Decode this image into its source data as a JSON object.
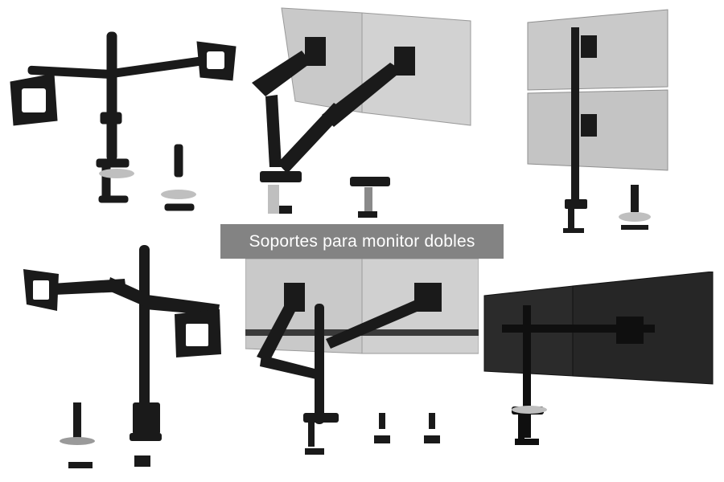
{
  "banner": {
    "title": "Soportes para monitor dobles"
  },
  "colors": {
    "background": "#ffffff",
    "banner_bg": "#787878",
    "banner_text": "#ffffff",
    "mount_metal": "#1a1a1a",
    "monitor_back_light": "#c9c9c9",
    "monitor_back_dark": "#2b2b2b",
    "clamp_steel": "#bfbfbf"
  },
  "products": [
    {
      "id": "p1",
      "icon": "dual-arm-mount-icon"
    },
    {
      "id": "p2",
      "icon": "gas-spring-dual-mount-icon"
    },
    {
      "id": "p3",
      "icon": "vertical-stack-mount-icon"
    },
    {
      "id": "p4",
      "icon": "dual-arm-pole-mount-icon"
    },
    {
      "id": "p5",
      "icon": "gas-spring-pole-mount-icon"
    },
    {
      "id": "p6",
      "icon": "side-by-side-dark-mount-icon"
    }
  ]
}
